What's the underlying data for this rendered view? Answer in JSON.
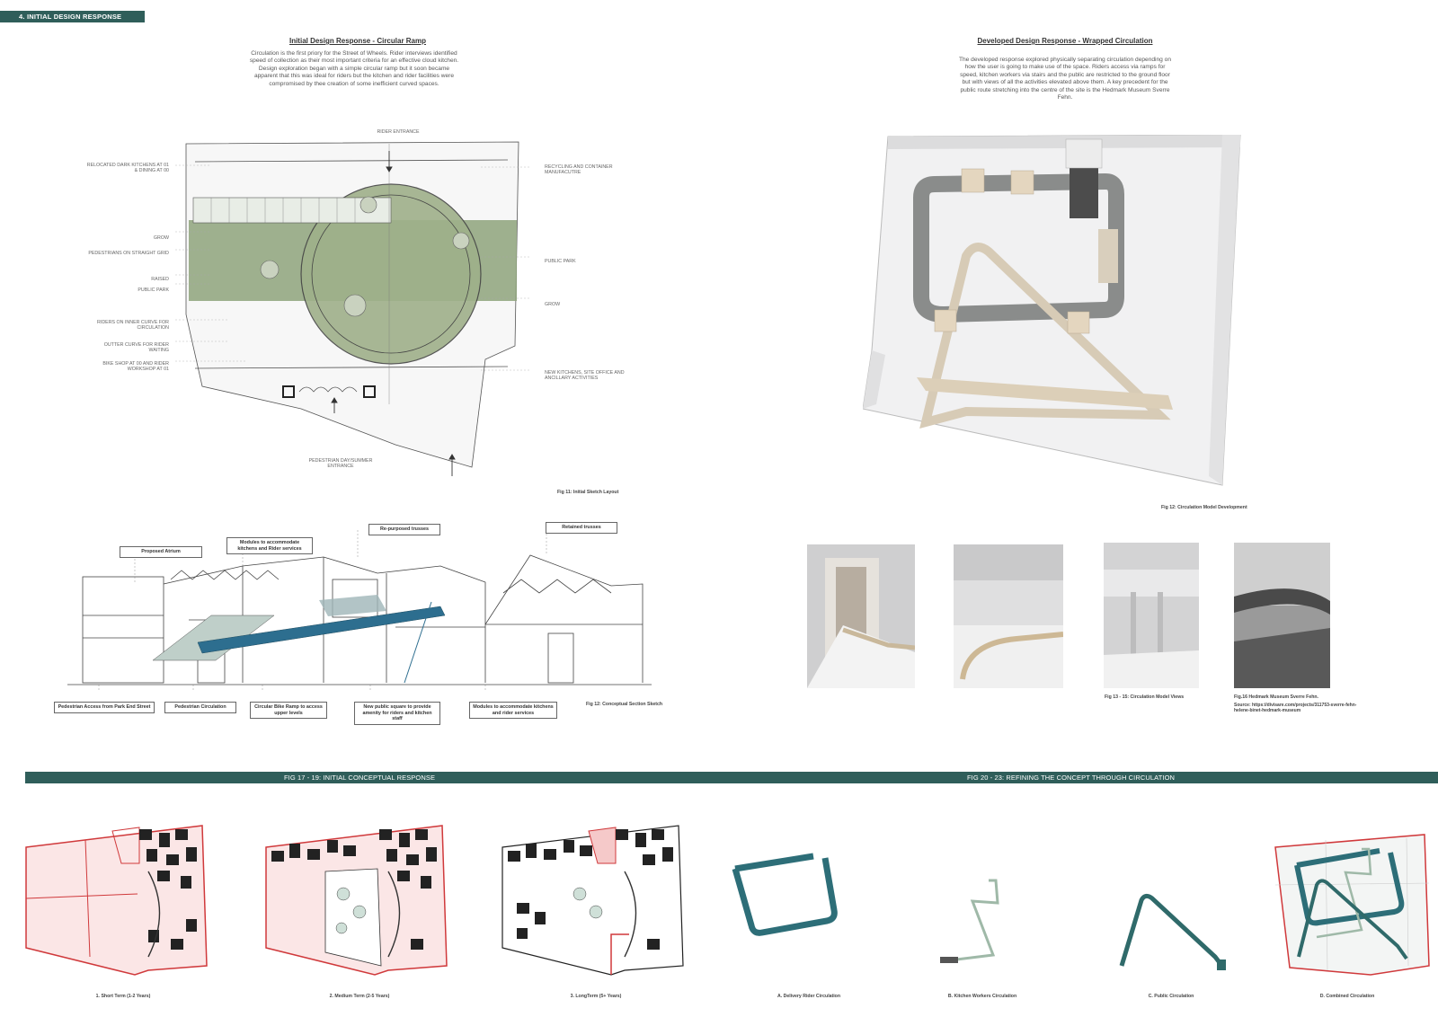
{
  "section_tag": "4. INITIAL DESIGN RESPONSE",
  "left_column": {
    "title": "Initial Design Response - Circular Ramp",
    "description": "Circulation is the first priory for the Street of Wheels. Rider interviews identified speed of collection as their most important criteria for an effective cloud kitchen. Design exploration began with a simple circular ramp but it soon became apparent that this was ideal for riders but the kitchen and rider facilities were compromised by thee creation of some inefficient curved spaces.",
    "plan_labels": {
      "rider_entrance": "RIDER ENTRANCE",
      "relocated_dark_kitchens": "RELOCATED DARK KITCHENS AT 01 & DINING AT 00",
      "grow_top": "GROW",
      "pedestrians_on_straight_grid": "PEDESTRIANS ON STRAIGHT GRID",
      "raised": "RAISED",
      "public_park_left": "PUBLIC PARK",
      "riders_on_inner_curve": "RIDERS ON INNER CURVE FOR CIRCULATION",
      "outter_curve": "OUTTER CURVE FOR RIDER WAITING",
      "bike_shop": "BIKE SHOP AT 00 AND RIDER WORKSHOP AT 01",
      "recycling": "RECYCLING AND CONTAINER MANUFACUTRE",
      "public_park_right": "PUBLIC PARK",
      "grow_right": "GROW",
      "new_kitchens": "NEW KITCHENS, SITE OFFICE AND ANCILLARY ACTIVITIES",
      "pedestrian_entrance": "PEDESTRIAN DAY/SUMMER ENTRANCE"
    },
    "fig11_caption": "Fig 11: Initial Sketch Layout",
    "section_callouts": {
      "proposed_atrium": "Proposed Atrium",
      "modules_top": "Modules to accommodate kitchens and Rider services",
      "repurposed_trusses": "Re-purposed trusses",
      "retained_trusses": "Retained trusses",
      "pedestrian_access": "Pedestrian Access from Park End Street",
      "pedestrian_circulation": "Pedestrian Circulation",
      "circular_bike_ramp": "Circular Bike Ramp to access upper levels",
      "new_public_square": "New public square to provide amenity for riders and kitchen staff",
      "modules_bottom": "Modules to accommodate kitchens and rider services"
    },
    "fig12_caption": "Fig 12: Conceptual Section Sketch"
  },
  "right_column": {
    "title": "Developed Design Response - Wrapped Circulation",
    "description": "The developed response explored physically separating circulation depending on how the user is going to make use of the space. Riders access via ramps for speed, kitchen workers via stairs and the public are restricted to the ground floor but with views of all the activities elevated above them. A key precedent for the public route stretching into the centre of the site is the Hedmark Museum Sverre Fehn.",
    "model_caption": "Fig 12: Circulation Model Development",
    "views_caption": "Fig 13 - 15: Circulation Model Views",
    "precedent_caption": "Fig.16 Hedmark Museum Sverre Fehn.",
    "precedent_source": "Source: https://divisare.com/projects/311753-sverre-fehn-helene-binet-hedmark-museum"
  },
  "band": {
    "left_title": "FIG 17 - 19: INITIAL CONCEPTUAL RESPONSE",
    "right_title": "FIG 20 - 23: REFINING THE CONCEPT THROUGH CIRCULATION"
  },
  "phases": [
    {
      "label": "1. Short Term (1-2 Years)"
    },
    {
      "label": "2. Medium Term (2-5 Years)"
    },
    {
      "label": "3. LongTerm (5+ Years)"
    }
  ],
  "circulation_diagrams": [
    {
      "label": "A. Delivery Rider Circulation"
    },
    {
      "label": "B. Kitchen Workers Circulation"
    },
    {
      "label": "C. Public Circulation"
    },
    {
      "label": "D. Combined Circulation"
    }
  ],
  "colors": {
    "accent": "#2f5e5a",
    "teal": "#2d6e78",
    "red": "#d0393b",
    "green": "#8ea37b"
  }
}
